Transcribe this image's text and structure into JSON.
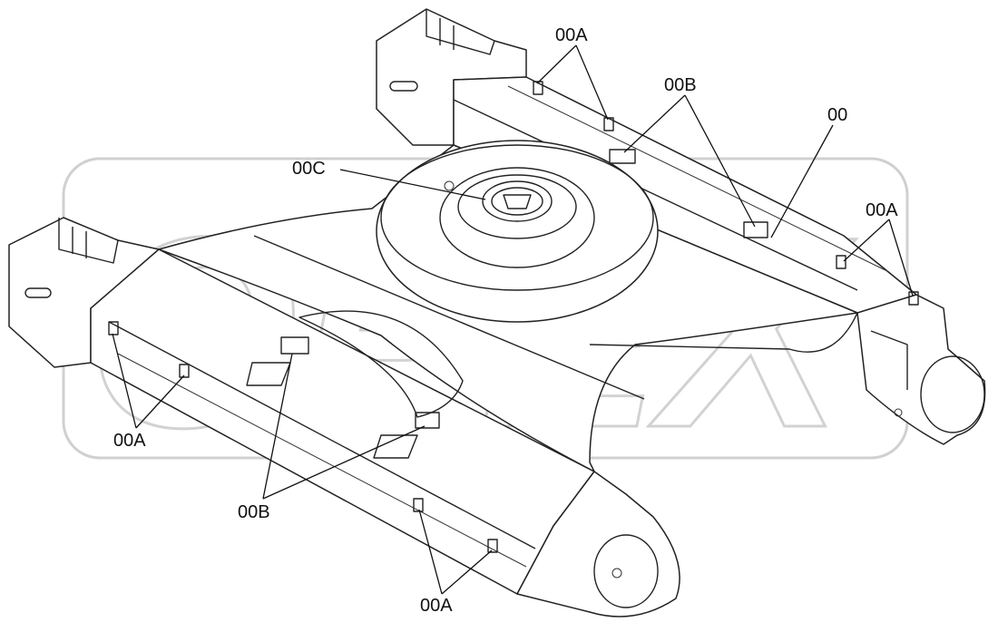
{
  "diagram": {
    "watermark": "OPEX",
    "corner_mark": "",
    "labels": {
      "00A_top": "00A",
      "00B_top": "00B",
      "00": "00",
      "00C": "00C",
      "00A_right": "00A",
      "00A_left": "00A",
      "00B_bottom": "00B",
      "00A_bottom": "00A"
    }
  }
}
